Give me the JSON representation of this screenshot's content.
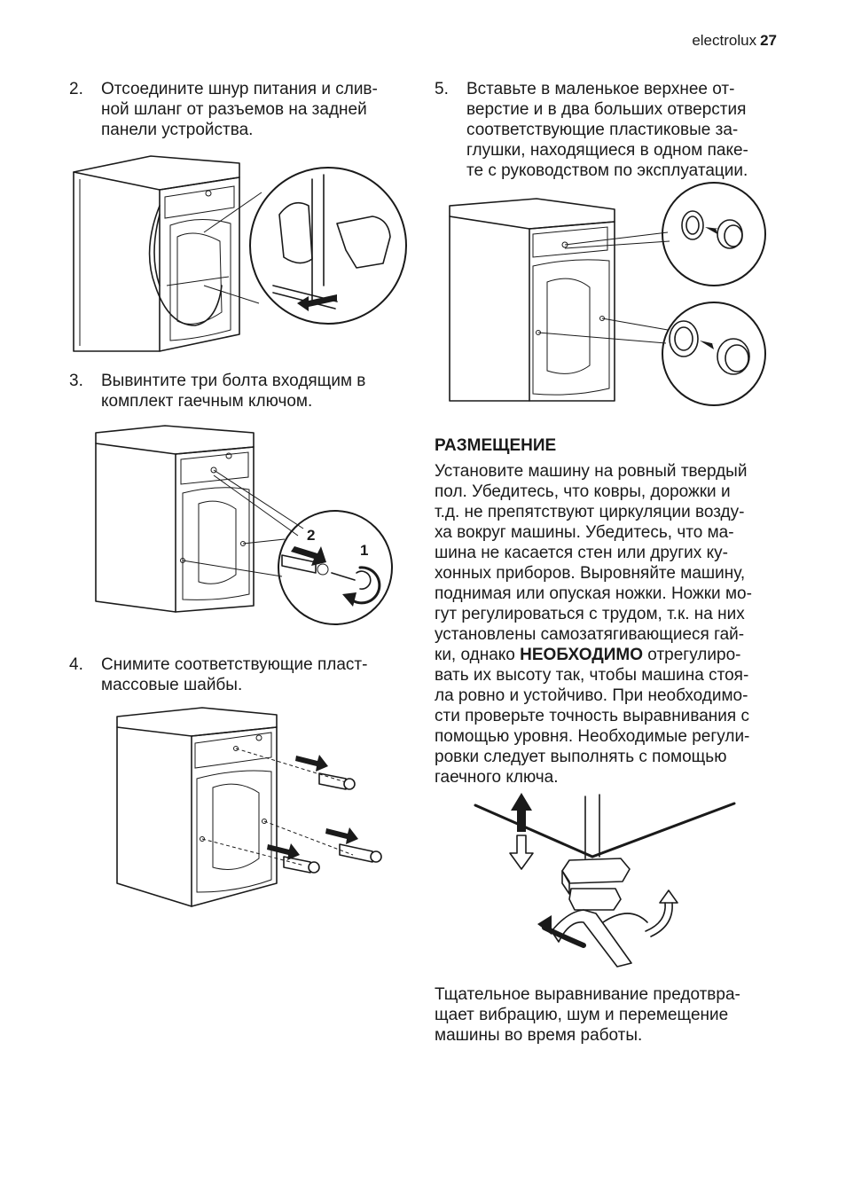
{
  "header": {
    "brand": "electrolux",
    "page_number": "27"
  },
  "left_column": {
    "step2": {
      "number": "2.",
      "lines": [
        "Отсоедините шнур питания и слив-",
        "ной шланг от разъемов на задней",
        "панели устройства."
      ]
    },
    "step3": {
      "number": "3.",
      "lines": [
        "Вывинтите три болта входящим в",
        "комплект гаечным ключом."
      ]
    },
    "step3_figure_labels": {
      "label_2": "2",
      "label_1": "1"
    },
    "step4": {
      "number": "4.",
      "lines": [
        "Снимите соответствующие пласт-",
        "массовые шайбы."
      ]
    }
  },
  "right_column": {
    "step5": {
      "number": "5.",
      "lines": [
        "Вставьте в маленькое верхнее от-",
        "верстие и в два больших отверстия",
        "соответствующие пластиковые за-",
        "глушки, находящиеся в одном паке-",
        "те с руководством по эксплуатации."
      ]
    },
    "placement": {
      "heading": "РАЗМЕЩЕНИЕ",
      "lines": [
        "Установите машину на ровный твердый",
        "пол. Убедитесь, что ковры, дорожки и",
        "т.д. не препятствуют циркуляции возду-",
        "ха вокруг машины. Убедитесь, что ма-",
        "шина не касается стен или других ку-",
        "хонных приборов. Выровняйте машину,",
        "поднимая или опуская ножки. Ножки мо-",
        "гут регулироваться с трудом, т.к. на них",
        "установлены самозатягивающиеся гай-"
      ],
      "line10_before": "ки, однако ",
      "line10_bold": "НЕОБХОДИМО",
      "line10_after": " отрегулиро-",
      "lines_after": [
        "вать их высоту так, чтобы машина стоя-",
        "ла ровно и устойчиво. При необходимо-",
        "сти проверьте точность выравнивания с",
        "помощью уровня. Необходимые регули-",
        "ровки следует выполнять с помощью",
        "гаечного ключа."
      ]
    },
    "closing": {
      "lines": [
        "Тщательное выравнивание предотвра-",
        "щает вибрацию, шум и перемещение",
        "машины во время работы."
      ]
    }
  }
}
